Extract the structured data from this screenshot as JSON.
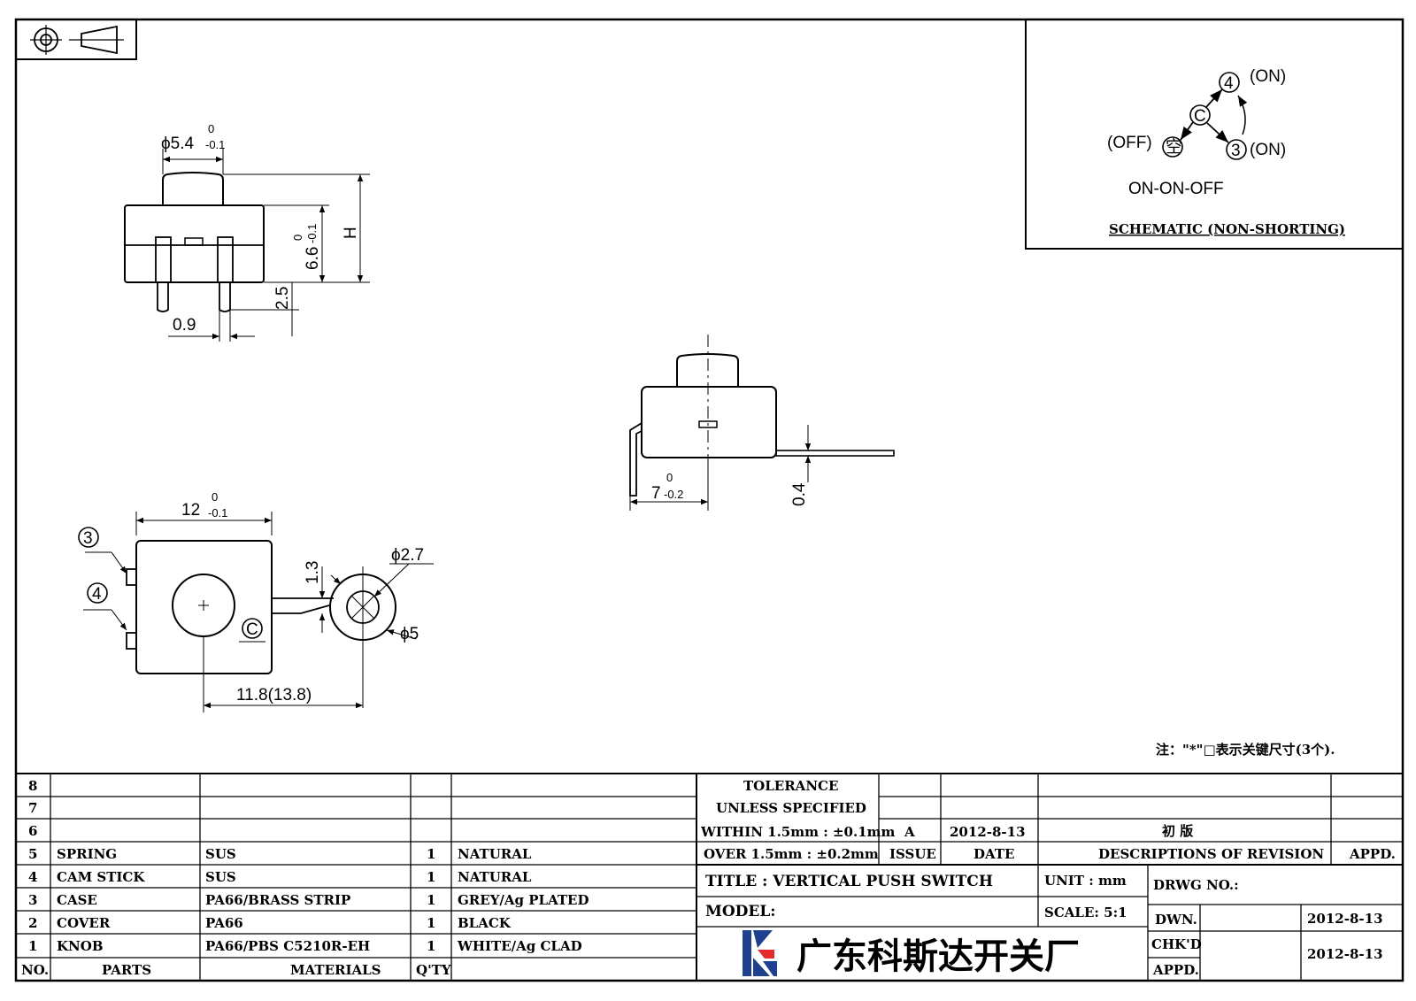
{
  "views": {
    "front": {
      "dia_knob": "ϕ5.4",
      "dia_knob_upper": "0",
      "dia_knob_lower": "-0.1",
      "body_height": "6.6",
      "body_height_upper": "0",
      "body_height_lower": "-0.1",
      "total_height": "H",
      "pin_length": "2.5",
      "pin_width": "0.9"
    },
    "side": {
      "depth": "7",
      "depth_upper": "0",
      "depth_lower": "-0.2",
      "strip_thickness": "0.4"
    },
    "top": {
      "width": "12",
      "width_upper": "0",
      "width_lower": "-0.1",
      "hole_dia": "ϕ2.7",
      "ring_dia": "ϕ5",
      "strip_width": "1.3",
      "span": "11.8(13.8)",
      "terminal_3": "3",
      "terminal_4": "4",
      "terminal_c": "C"
    }
  },
  "schematic": {
    "terminal_4": "4",
    "terminal_3": "3",
    "terminal_c": "C",
    "terminal_empty": "空",
    "label_on_1": "(ON)",
    "label_on_2": "(ON)",
    "label_off": "(OFF)",
    "sequence": "ON-ON-OFF",
    "caption": "SCHEMATIC (NON-SHORTING)"
  },
  "note": "注：\"*\"□表示关键尺寸(3个).",
  "parts_table": {
    "rows": [
      {
        "no": "8",
        "part": "",
        "material": "",
        "qty": "",
        "finish": ""
      },
      {
        "no": "7",
        "part": "",
        "material": "",
        "qty": "",
        "finish": ""
      },
      {
        "no": "6",
        "part": "",
        "material": "",
        "qty": "",
        "finish": ""
      },
      {
        "no": "5",
        "part": "SPRING",
        "material": "SUS",
        "qty": "1",
        "finish": "NATURAL"
      },
      {
        "no": "4",
        "part": "CAM STICK",
        "material": "SUS",
        "qty": "1",
        "finish": "NATURAL"
      },
      {
        "no": "3",
        "part": "CASE",
        "material": "PA66/BRASS STRIP",
        "qty": "1",
        "finish": "GREY/Ag PLATED"
      },
      {
        "no": "2",
        "part": "COVER",
        "material": "PA66",
        "qty": "1",
        "finish": "BLACK"
      },
      {
        "no": "1",
        "part": "KNOB",
        "material": "PA66/PBS C5210R-EH",
        "qty": "1",
        "finish": "WHITE/Ag CLAD"
      }
    ],
    "headers": {
      "no": "NO.",
      "parts": "PARTS",
      "materials": "MATERIALS",
      "qty": "Q'TY"
    }
  },
  "tolerance": {
    "line1": "TOLERANCE",
    "line2": "UNLESS SPECIFIED",
    "line3": "WITHIN 1.5mm : ±0.1mm",
    "line4": "OVER 1.5mm : ±0.2mm"
  },
  "revision": {
    "issue": "A",
    "date": "2012-8-13",
    "description": "初 版",
    "hdr_issue": "ISSUE",
    "hdr_date": "DATE",
    "hdr_desc": "DESCRIPTIONS OF REVISION",
    "hdr_appd": "APPD."
  },
  "title_block": {
    "title": "TITLE :  VERTICAL PUSH SWITCH",
    "unit": "UNIT :  mm",
    "drwg_no": "DRWG NO.:",
    "model": "MODEL:",
    "scale": "SCALE:  5:1",
    "company": "广东科斯达开关厂",
    "dwn": "DWN.",
    "dwn_date": "2012-8-13",
    "chkd": "CHK'D",
    "chkd_date": "2012-8-13",
    "appd": "APPD."
  }
}
